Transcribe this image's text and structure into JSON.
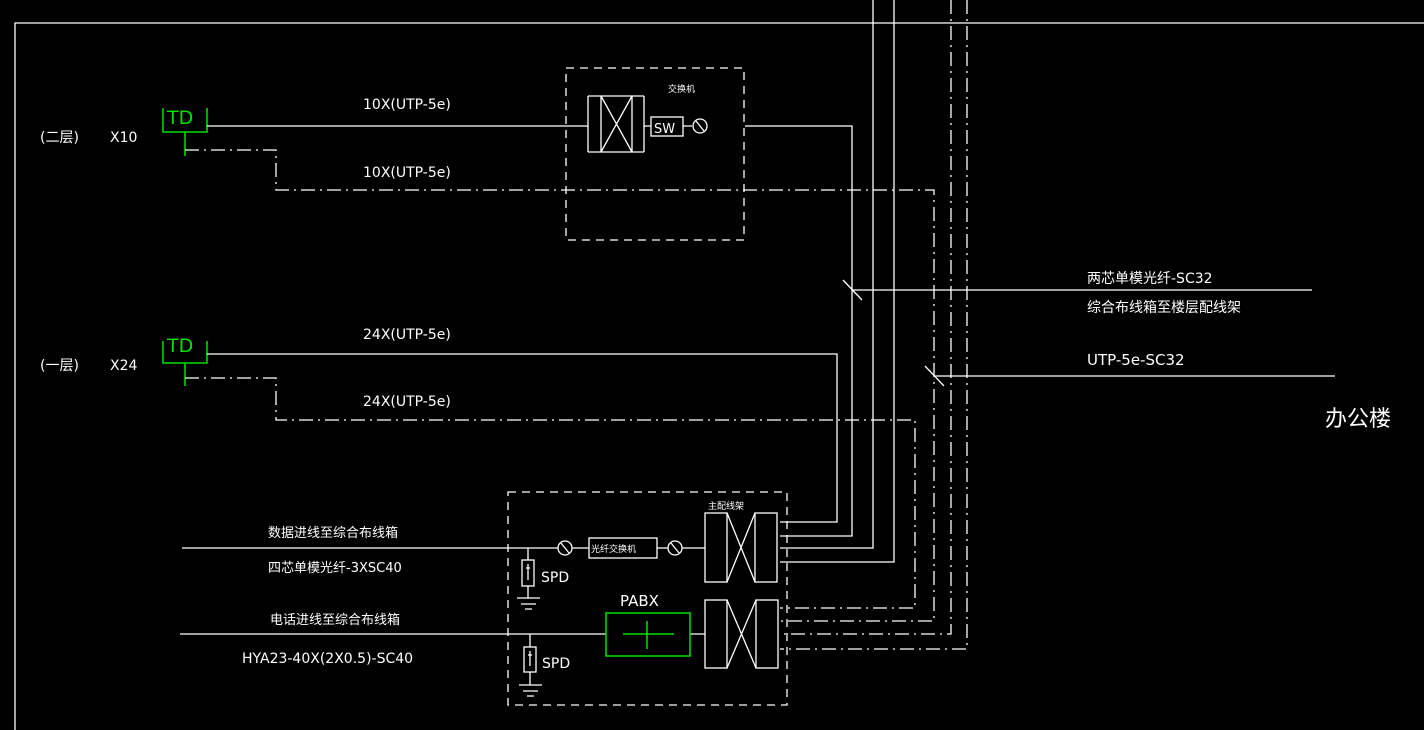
{
  "colors": {
    "background": "#000000",
    "line": "#ffffff",
    "device": "#00e000"
  },
  "floors": [
    {
      "floor_label": "(二层)",
      "count_label": "X10",
      "outlet_label": "TD",
      "data_cable": "10X(UTP-5e)",
      "voice_cable": "10X(UTP-5e)"
    },
    {
      "floor_label": "(一层)",
      "count_label": "X24",
      "outlet_label": "TD",
      "data_cable": "24X(UTP-5e)",
      "voice_cable": "24X(UTP-5e)"
    }
  ],
  "switch_box": {
    "title": "交换机",
    "sw_label": "SW"
  },
  "main_box": {
    "rack_title": "主配线架",
    "fiber_switch": "光纤交换机",
    "spd1": "SPD",
    "spd2": "SPD",
    "pabx": "PABX"
  },
  "incoming": {
    "data_title": "数据进线至综合布线箱",
    "data_cable": "四芯单模光纤-3XSC40",
    "phone_title": "电话进线至综合布线箱",
    "phone_cable": "HYA23-40X(2X0.5)-SC40"
  },
  "outgoing": {
    "fiber": "两芯单模光纤-SC32",
    "fiber_desc": "综合布线箱至楼层配线架",
    "utp": "UTP-5e-SC32"
  },
  "building": "办公楼"
}
